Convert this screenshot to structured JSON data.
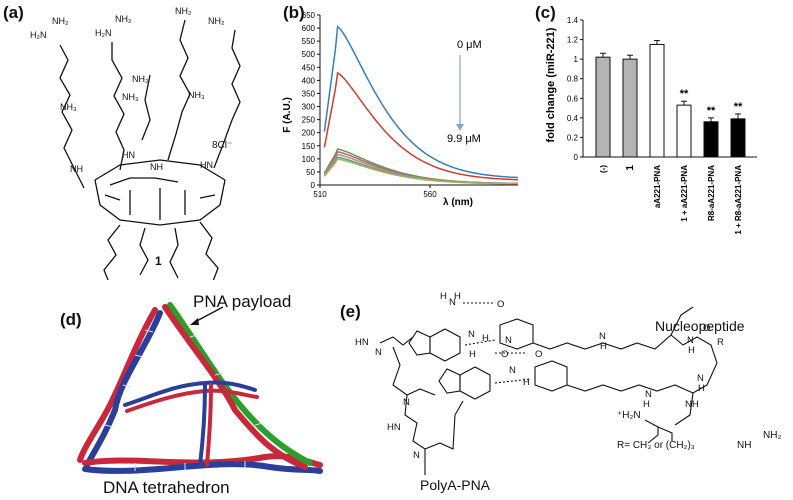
{
  "panels": {
    "a": {
      "label": "(a)",
      "counterion": "8Cl⁻",
      "compound_number": "1"
    },
    "b": {
      "label": "(b)"
    },
    "c": {
      "label": "(c)"
    },
    "d": {
      "label": "(d)",
      "payload_label": "PNA payload",
      "structure_label": "DNA tetrahedron"
    },
    "e": {
      "label": "(e)",
      "nucleopeptide_label": "Nucleopeptide",
      "polyA_label": "PolyA-PNA",
      "r_def": "R= CH₃ or (CH₂)₃",
      "guanidinium": {
        "plus_nh2": "⁺H₂N",
        "nh2": "NH₂",
        "nh": "NH"
      }
    }
  },
  "chart_data": [
    {
      "type": "line",
      "panel": "b",
      "xlabel": "λ (nm)",
      "ylabel": "F (A.U.)",
      "xticks": [
        "510",
        "560"
      ],
      "yticks": [
        "0",
        "50",
        "100",
        "150",
        "200",
        "250",
        "300",
        "350",
        "400",
        "450",
        "500",
        "550",
        "600",
        "650"
      ],
      "ylim": [
        0,
        650
      ],
      "xlim": [
        510,
        600
      ],
      "annotations": {
        "top": "0 μM",
        "bottom": "9.9 μM"
      },
      "series": [
        {
          "color": "#2f7fc1",
          "peak": 582
        },
        {
          "color": "#d23b2b",
          "peak": 412
        },
        {
          "color": "#6a9a3a",
          "peak": 132
        },
        {
          "color": "#8e6bb8",
          "peak": 122
        },
        {
          "color": "#e08b2e",
          "peak": 112
        },
        {
          "color": "#3ea7b8",
          "peak": 102
        },
        {
          "color": "#b0b060",
          "peak": 95
        }
      ]
    },
    {
      "type": "bar",
      "panel": "c",
      "ylabel": "fold change (miR-221)",
      "ylim": [
        0,
        1.4
      ],
      "yticks": [
        "0",
        "0.2",
        "0.4",
        "0.6",
        "0.8",
        "1",
        "1.2",
        "1.4"
      ],
      "categories": [
        "(-)",
        "1",
        "aA221-PNA",
        "1 + aA221-PNA",
        "R8-aA221-PNA",
        "1 + R8-aA221-PNA"
      ],
      "values": [
        1.02,
        1.0,
        1.15,
        0.53,
        0.36,
        0.39
      ],
      "errors": [
        0.04,
        0.04,
        0.04,
        0.04,
        0.04,
        0.05
      ],
      "fills": [
        "#b4b4b4",
        "#b4b4b4",
        "#ffffff",
        "#ffffff",
        "#000000",
        "#000000"
      ],
      "significance": [
        "",
        "",
        "",
        "**",
        "**",
        "**"
      ]
    }
  ]
}
